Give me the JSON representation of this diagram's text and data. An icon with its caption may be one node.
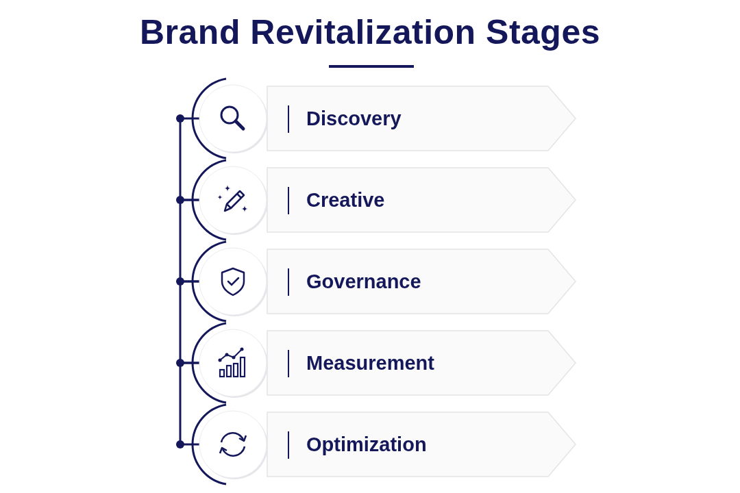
{
  "diagram": {
    "title": "Brand Revitalization Stages",
    "nodes": [
      {
        "text": [
          "Discovery"
        ]
      },
      {
        "text": [
          "Creative"
        ]
      },
      {
        "text": [
          "Governance"
        ]
      },
      {
        "text": [
          "Measurement"
        ]
      },
      {
        "text": [
          "Optimization"
        ]
      }
    ],
    "edges": [
      {
        "from": 0,
        "to": 1,
        "arrow": "none"
      },
      {
        "from": 1,
        "to": 2,
        "arrow": "none"
      },
      {
        "from": 2,
        "to": 3,
        "arrow": "none"
      },
      {
        "from": 3,
        "to": 4,
        "arrow": "none"
      }
    ]
  }
}
